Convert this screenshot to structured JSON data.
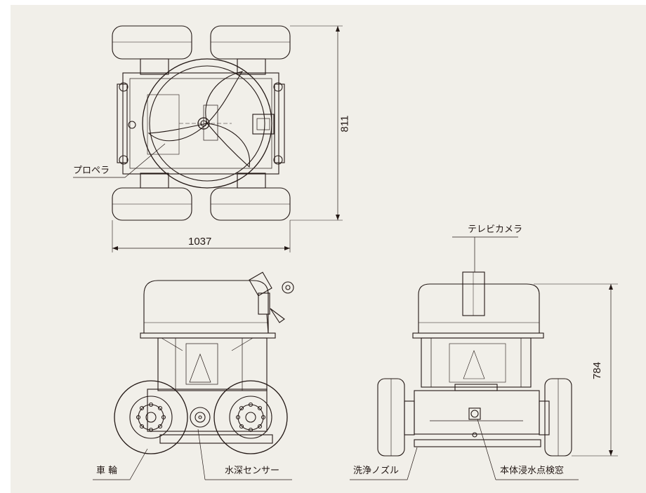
{
  "colors": {
    "background": "#f1efe9",
    "line": "#231815"
  },
  "dimensions": {
    "width_top": "1037",
    "depth_top": "811",
    "height_front": "784"
  },
  "labels": {
    "propeller": "プロペラ",
    "tv_camera": "テレビカメラ",
    "wheel": "車 輪",
    "depth_sensor": "水深センサー",
    "wash_nozzle": "洗浄ノズル",
    "inspection_window": "本体浸水点検窓"
  }
}
